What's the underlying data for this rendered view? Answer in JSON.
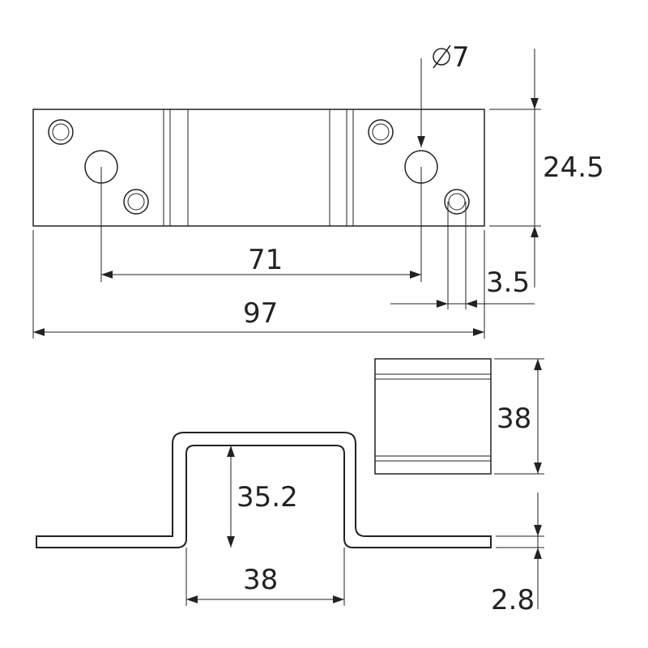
{
  "dimensions": {
    "hole_diameter": "7",
    "height_top_view": "24.5",
    "hole_spacing": "71",
    "small_hole_offset": "3.5",
    "overall_length": "97",
    "width_end_view": "38",
    "bend_height": "35.2",
    "inner_width": "38",
    "thickness": "2.8"
  }
}
